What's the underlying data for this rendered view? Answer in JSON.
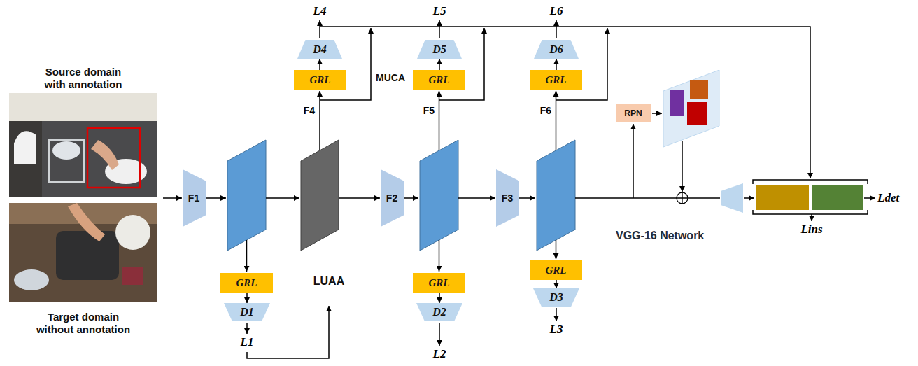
{
  "diagram": {
    "nodes": [
      {
        "text": [
          "Source domain with annotation",
          "Target domain without annotation"
        ]
      },
      {
        "text": [
          "MUCA"
        ]
      },
      {
        "text": [
          "D4"
        ],
        "in": 1
      },
      {
        "text": [
          "GRL"
        ],
        "in": 1
      },
      {
        "text": [
          "D5"
        ],
        "in": 1
      },
      {
        "text": [
          "GRL"
        ],
        "in": 1
      },
      {
        "text": [
          "D6"
        ],
        "in": 1
      },
      {
        "text": [
          "GRL"
        ],
        "in": 1
      },
      {
        "text": [
          "RPN"
        ]
      },
      {
        "text": [
          "VGG-16 Network"
        ]
      },
      {
        "text": [
          "F1"
        ],
        "in": 9
      },
      {
        "text": [
          "LUAA"
        ]
      },
      {
        "text": [
          "F2"
        ],
        "in": 9
      },
      {
        "text": [
          "F3"
        ],
        "in": 9
      },
      {
        "text": [
          "GRL"
        ]
      },
      {
        "text": [
          "D1"
        ]
      },
      {
        "text": [
          "GRL"
        ]
      },
      {
        "text": [
          "D2"
        ]
      },
      {
        "text": [
          "GRL"
        ]
      },
      {
        "text": [
          "D3"
        ]
      }
    ],
    "edges": [
      {
        "from": 3,
        "to": 2,
        "arrow": "to"
      },
      {
        "from": 5,
        "to": 4,
        "arrow": "to"
      },
      {
        "from": 7,
        "to": 6,
        "arrow": "to"
      },
      {
        "from": 14,
        "to": 15,
        "arrow": "to"
      },
      {
        "from": 16,
        "to": 17,
        "arrow": "to"
      },
      {
        "from": 18,
        "to": 19,
        "arrow": "to"
      }
    ],
    "labels": [
      "L4",
      "L5",
      "L6",
      "F4",
      "F5",
      "F6",
      "L1",
      "L2",
      "L3",
      "Ldet",
      "Lins"
    ]
  }
}
